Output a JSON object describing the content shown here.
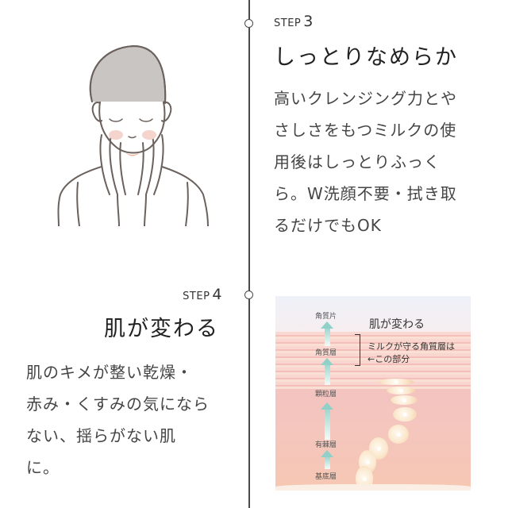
{
  "timeline": {
    "line_color": "#4a4a4a"
  },
  "step3": {
    "label": "STEP",
    "number": "3",
    "title": "しっとりなめらか",
    "body_lines": [
      "高いクレンジング力とや",
      "さしさをもつミルクの使",
      "用後はしっとりふっく",
      "ら。W洗顔不要・拭き取",
      "るだけでもOK"
    ],
    "illustration": "woman-touching-face-icon"
  },
  "step4": {
    "label": "STEP",
    "number": "4",
    "title": "肌が変わる",
    "body_lines": [
      "肌のキメが整い乾燥・",
      "赤み・くすみの気になら",
      "ない、揺らがない肌",
      "に。"
    ]
  },
  "skin_diagram": {
    "title": "肌が変わる",
    "note_line1": "ミルクが守る角質層は",
    "note_line2": "←この部分",
    "layers": [
      "角質片",
      "角質層",
      "顆粒層",
      "有棘層",
      "基底層"
    ],
    "colors": {
      "sky": "#eef1f8",
      "skin_top": "#f7c9c4",
      "skin_bottom": "#f6c7b2",
      "arrow": "#8fd0c8"
    }
  }
}
